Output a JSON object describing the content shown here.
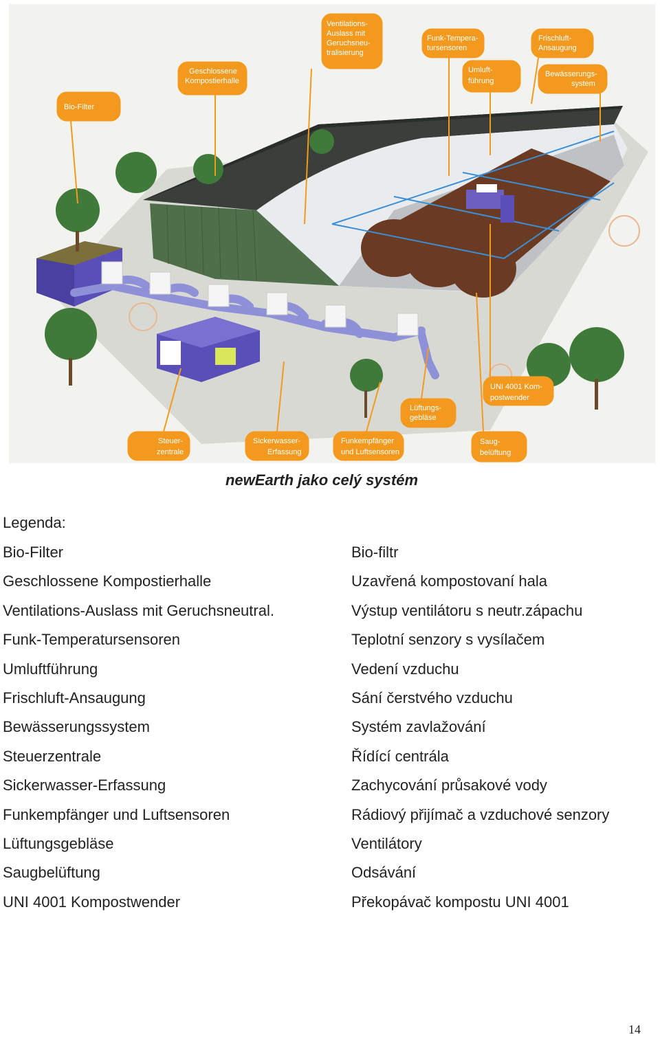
{
  "figure": {
    "callouts": {
      "bio_filter": "Bio-Filter",
      "geschlossene": [
        "Geschlossene",
        "Kompostierhalle"
      ],
      "ventilation": [
        "Ventilations-",
        "Auslass mit",
        "Geruchsneu-",
        "tralisierung"
      ],
      "funk_temp": [
        "Funk-Tempera-",
        "tursensoren"
      ],
      "umluft": [
        "Umluft-",
        "führung"
      ],
      "frischluft": [
        "Frischluft-",
        "Ansaugung"
      ],
      "bewaesserung": [
        "Bewässerungs-",
        "system"
      ],
      "steuer": [
        "Steuer-",
        "zentrale"
      ],
      "sickerwasser": [
        "Sickerwasser-",
        "Erfassung"
      ],
      "funkempfaenger": [
        "Funkempfänger",
        "und Luftsensoren"
      ],
      "lueftungsgeblaese": [
        "Lüftungs-",
        "gebläse"
      ],
      "uni4001": [
        "UNI 4001 Kom-",
        "postwender"
      ],
      "saugbelueftung": [
        "Saug-",
        "belüftung"
      ]
    }
  },
  "caption": "newEarth jako celý systém",
  "legend_title": "Legenda:",
  "legend": [
    {
      "de": "Bio-Filter",
      "cz": "Bio-filtr"
    },
    {
      "de": "Geschlossene Kompostierhalle",
      "cz": "Uzavřená kompostovaní hala"
    },
    {
      "de": "Ventilations-Auslass mit Geruchsneutral.",
      "cz": "Výstup ventilátoru s neutr.zápachu"
    },
    {
      "de": "Funk-Temperatursensoren",
      "cz": "Teplotní senzory s vysílačem"
    },
    {
      "de": "Umluftführung",
      "cz": "Vedení vzduchu"
    },
    {
      "de": "Frischluft-Ansaugung",
      "cz": "Sání čerstvého vzduchu"
    },
    {
      "de": "Bewässerungssystem",
      "cz": "Systém zavlažování"
    },
    {
      "de": "Steuerzentrale",
      "cz": "Řídící centrála"
    },
    {
      "de": "Sickerwasser-Erfassung",
      "cz": "Zachycování průsakové vody"
    },
    {
      "de": "Funkempfänger und Luftsensoren",
      "cz": "Rádiový přijímač a vzduchové senzory"
    },
    {
      "de": "Lüftungsgebläse",
      "cz": "Ventilátory"
    },
    {
      "de": "Saugbelüftung",
      "cz": "Odsávání"
    },
    {
      "de": "UNI 4001 Kompostwender",
      "cz": "Překopávač kompostu UNI 4001"
    }
  ],
  "page_number": "14",
  "colors": {
    "callout": "#f39a1e",
    "roof": "#3a3f3a",
    "wall": "#4f6f4a",
    "compost": "#6b3a22",
    "pipe": "#8e90d8",
    "container": "#5a4fb8",
    "ground": "#d9d9d4"
  }
}
